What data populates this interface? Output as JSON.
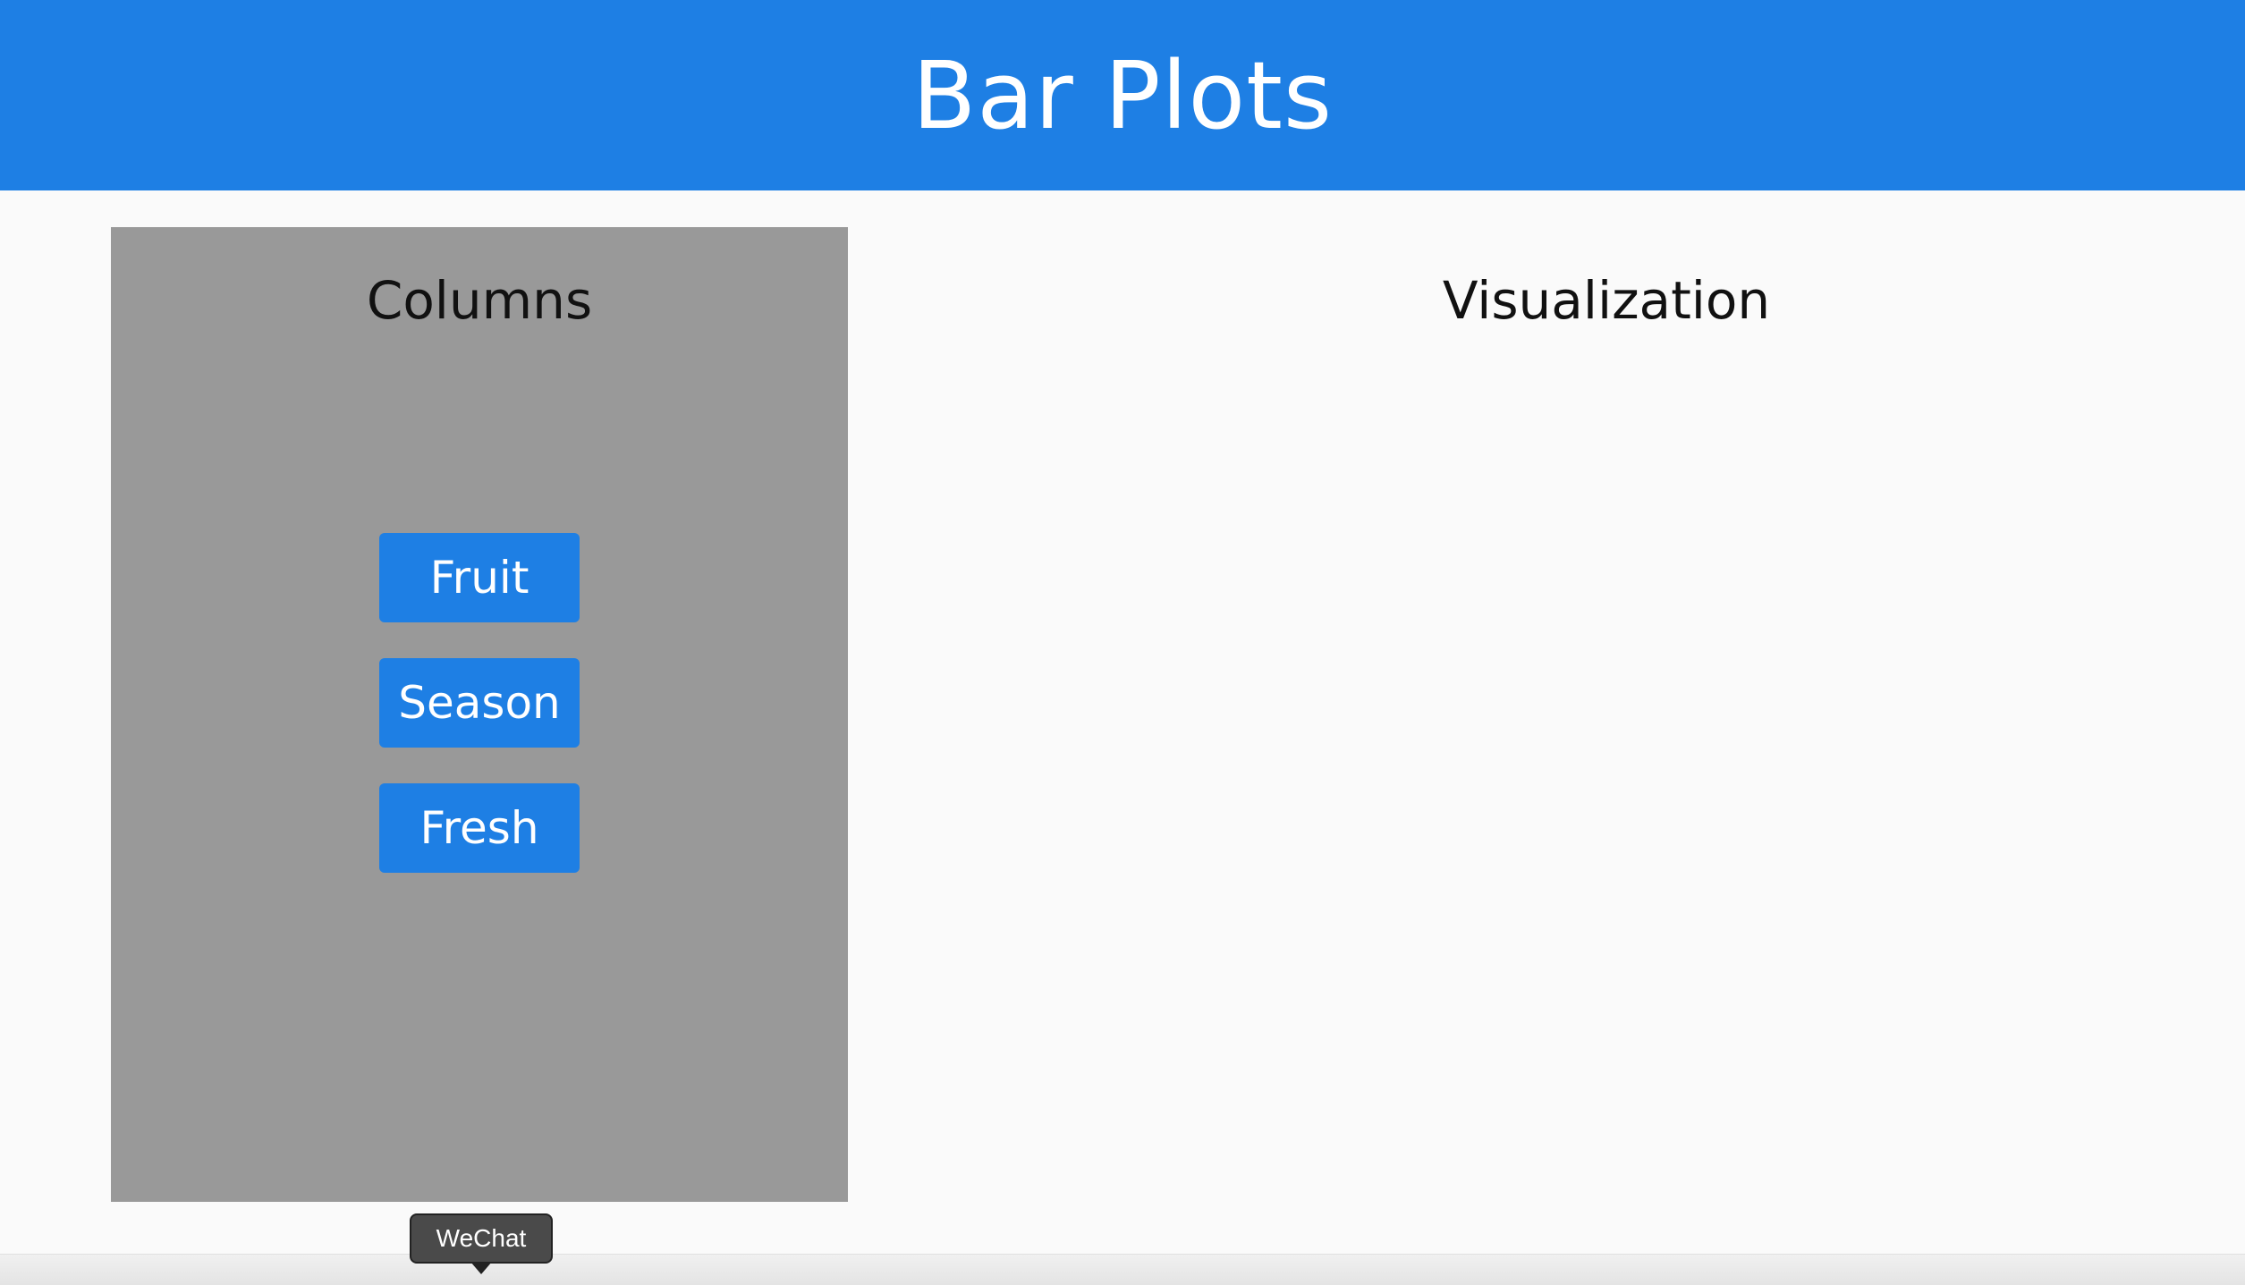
{
  "header": {
    "title": "Bar Plots"
  },
  "columns_panel": {
    "heading": "Columns",
    "items": [
      {
        "label": "Fruit"
      },
      {
        "label": "Season"
      },
      {
        "label": "Fresh"
      }
    ]
  },
  "visualization": {
    "heading": "Visualization"
  },
  "dock": {
    "tooltip": "WeChat"
  },
  "colors": {
    "accent": "#1e7fe4",
    "panel": "#999999",
    "background": "#fafafa"
  }
}
